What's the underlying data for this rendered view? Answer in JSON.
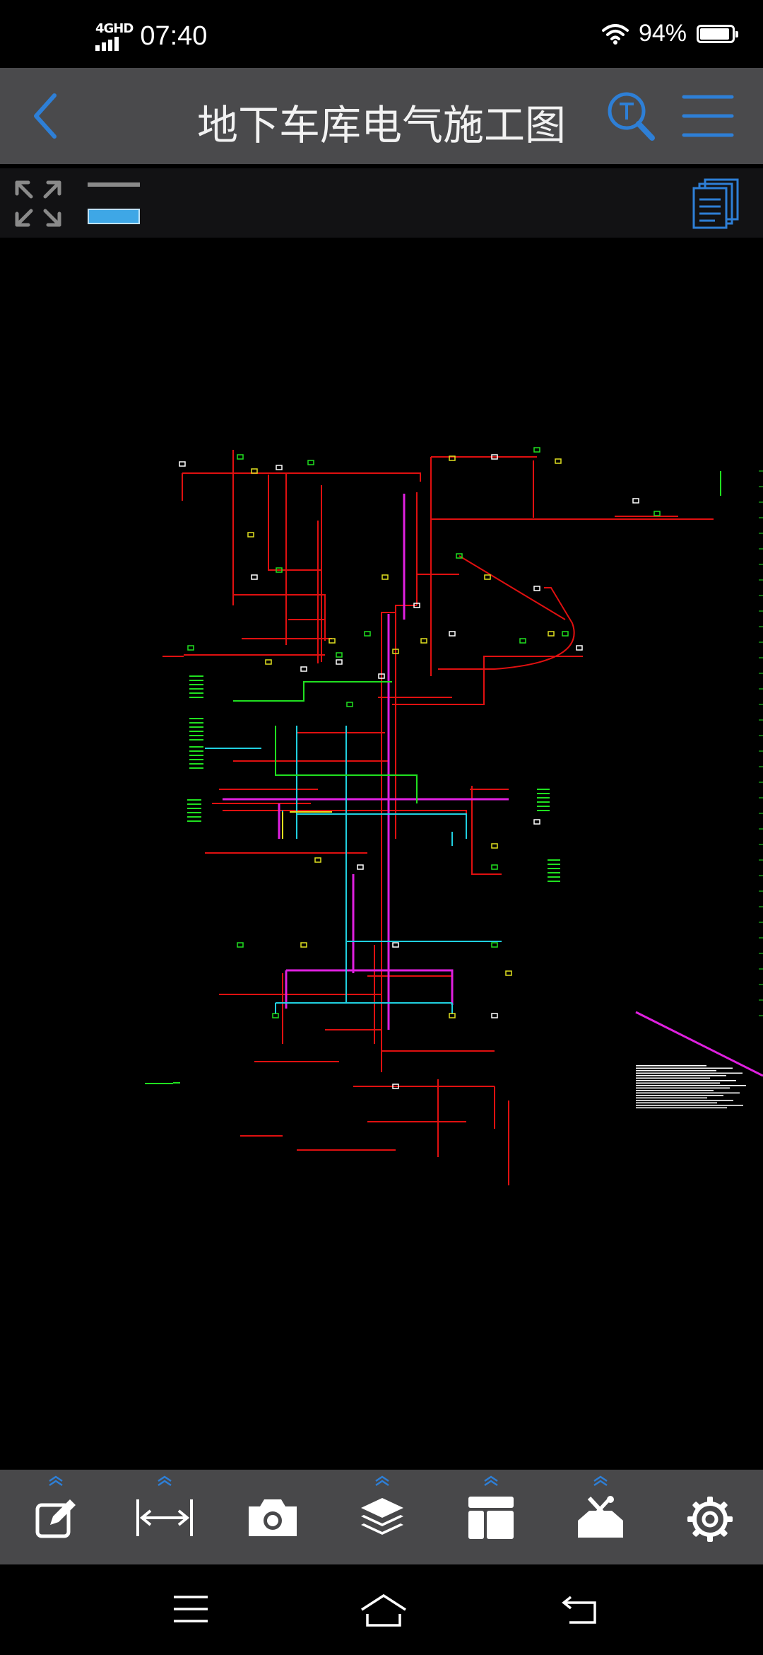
{
  "status_bar": {
    "network": "4GHD",
    "time": "07:40",
    "battery_percent_text": "94%",
    "battery_level": 0.94
  },
  "header": {
    "title": "地下车库电气施工图",
    "back_icon": "chevron-left-icon",
    "search_icon": "text-search-icon",
    "menu_icon": "hamburger-menu-icon"
  },
  "subbar": {
    "fit_icon": "expand-arrows-icon",
    "layer_icon": "line-weight-icon",
    "pages_icon": "pages-icon"
  },
  "colors": {
    "accent": "#2e7fd6",
    "header_bg": "#4a4a4c",
    "toolbar_bg": "#48484a",
    "red": "#e01010",
    "magenta": "#e020e0",
    "cyan": "#20d0e0",
    "green": "#20e020",
    "yellow": "#e0e020"
  },
  "bottom_tools": [
    {
      "name": "edit",
      "icon": "edit-icon",
      "has_expand": true
    },
    {
      "name": "measure",
      "icon": "measure-icon",
      "has_expand": true
    },
    {
      "name": "camera",
      "icon": "camera-icon",
      "has_expand": false
    },
    {
      "name": "layers",
      "icon": "layers-icon",
      "has_expand": true
    },
    {
      "name": "layout",
      "icon": "layout-icon",
      "has_expand": true
    },
    {
      "name": "tools",
      "icon": "toolbox-icon",
      "has_expand": true
    },
    {
      "name": "settings",
      "icon": "gear-icon",
      "has_expand": false
    }
  ],
  "nav": {
    "menu_icon": "nav-menu-icon",
    "home_icon": "nav-home-icon",
    "back_icon": "nav-back-icon"
  }
}
